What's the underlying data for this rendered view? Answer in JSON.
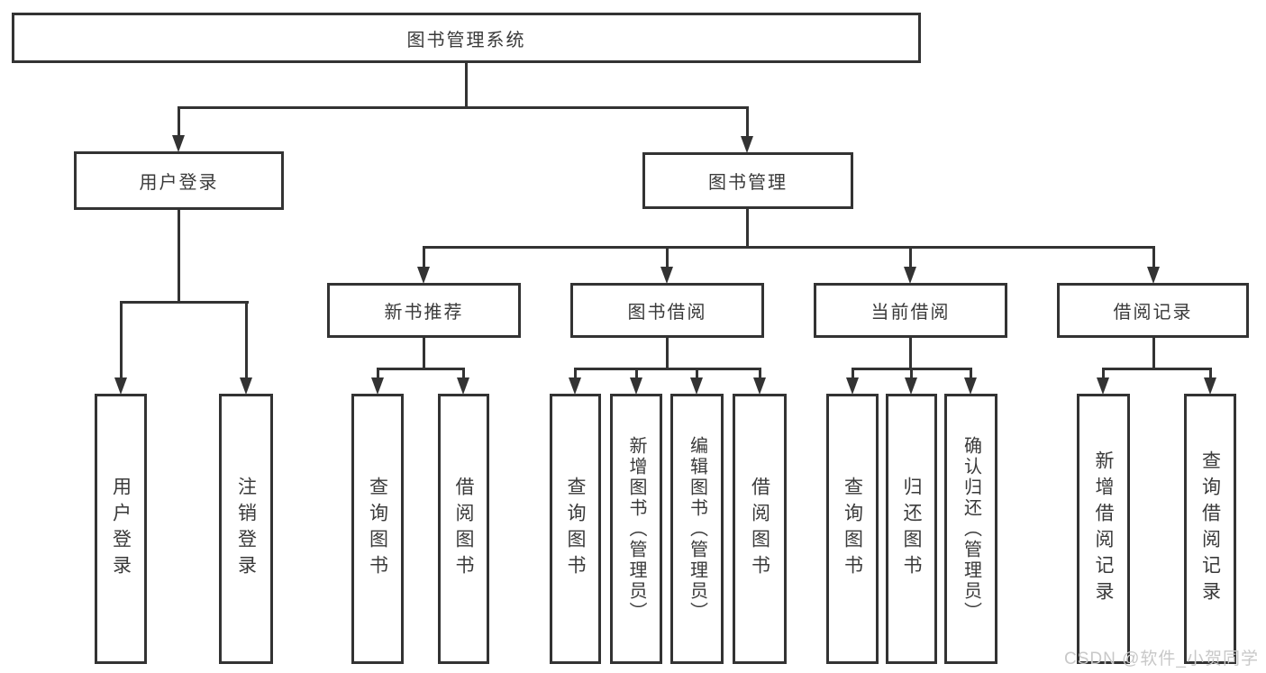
{
  "diagram": {
    "root": {
      "label": "图书管理系统"
    },
    "branches": [
      {
        "label": "用户登录",
        "children": [
          {
            "label": "用户登录"
          },
          {
            "label": "注销登录"
          }
        ]
      },
      {
        "label": "图书管理",
        "sections": [
          {
            "label": "新书推荐",
            "children": [
              {
                "label": "查询图书"
              },
              {
                "label": "借阅图书"
              }
            ]
          },
          {
            "label": "图书借阅",
            "children": [
              {
                "label": "查询图书"
              },
              {
                "label": "新增图书（管理员）"
              },
              {
                "label": "编辑图书（管理员）"
              },
              {
                "label": "借阅图书"
              }
            ]
          },
          {
            "label": "当前借阅",
            "children": [
              {
                "label": "查询图书"
              },
              {
                "label": "归还图书"
              },
              {
                "label": "确认归还（管理员）"
              }
            ]
          },
          {
            "label": "借阅记录",
            "children": [
              {
                "label": "新增借阅记录"
              },
              {
                "label": "查询借阅记录"
              }
            ]
          }
        ]
      }
    ]
  },
  "watermark": {
    "text": "CSDN @软件_小贺同学"
  },
  "colors": {
    "line": "#333333",
    "text": "#3a3a3a",
    "watermark": "#c8c8c8",
    "background": "#ffffff"
  }
}
